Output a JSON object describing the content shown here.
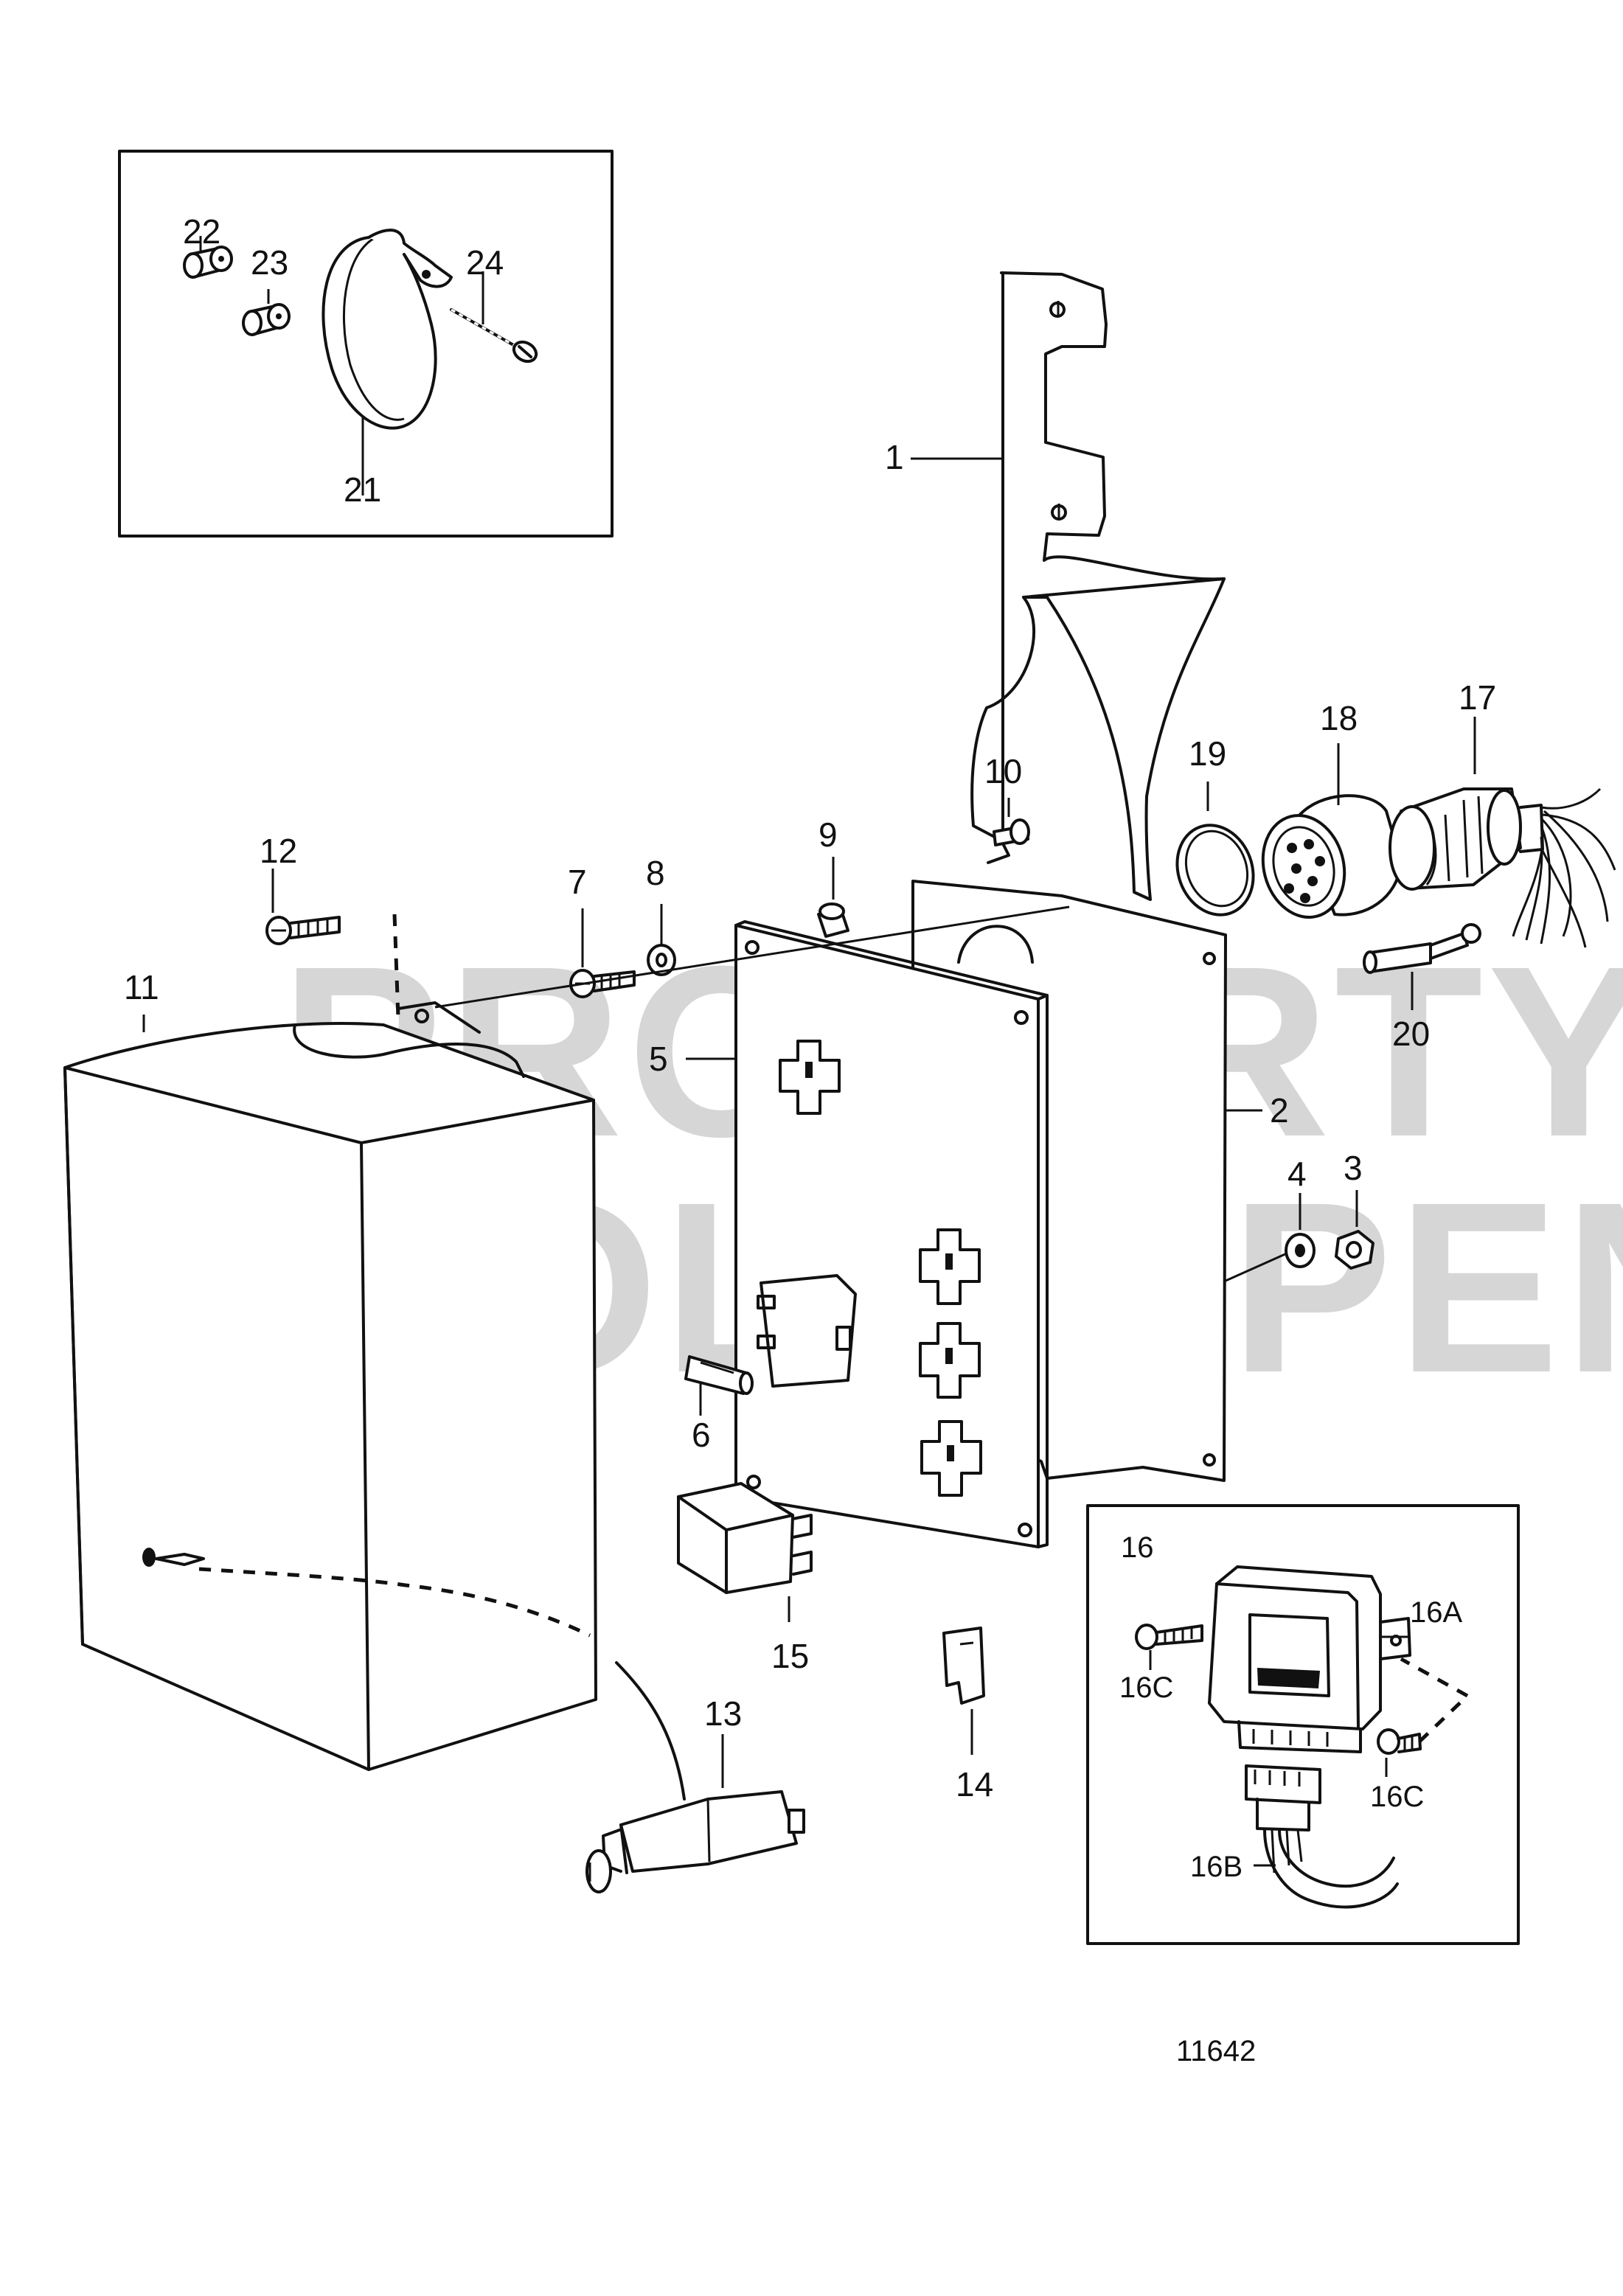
{
  "watermark": {
    "line1": "PROPERTY OF",
    "line2": "VOLVO PENTA"
  },
  "figure_number": "11642",
  "callouts": {
    "p1": "1",
    "p2": "2",
    "p3": "3",
    "p4": "4",
    "p5": "5",
    "p6": "6",
    "p7": "7",
    "p8": "8",
    "p9": "9",
    "p10": "10",
    "p11": "11",
    "p12": "12",
    "p13": "13",
    "p14": "14",
    "p15": "15",
    "p17": "17",
    "p18": "18",
    "p19": "19",
    "p20": "20",
    "p21": "21",
    "p22": "22",
    "p23": "23",
    "p24": "24"
  },
  "inset_16": {
    "title": "16",
    "a": "16A",
    "b": "16B",
    "c_left": "16C",
    "c_right": "16C"
  }
}
